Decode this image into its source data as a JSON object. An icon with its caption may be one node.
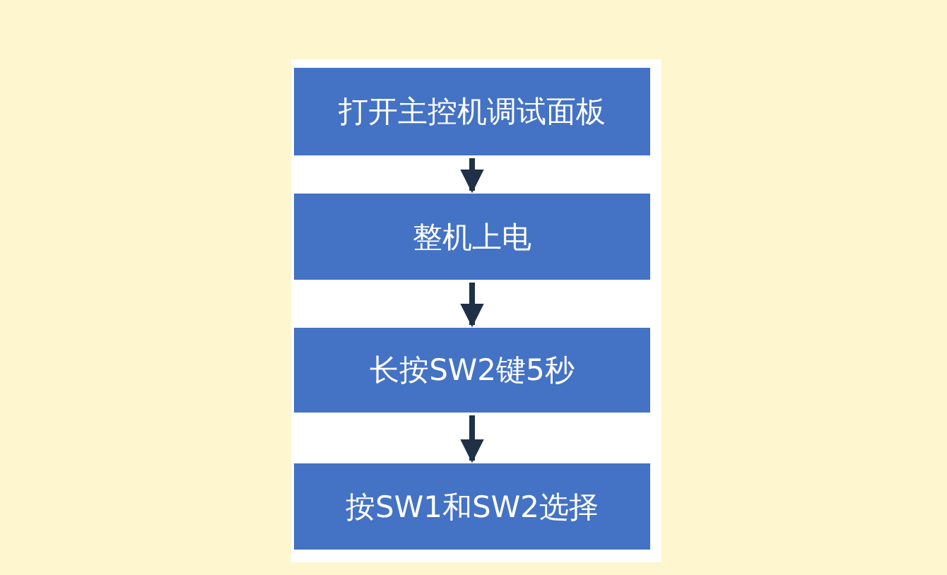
{
  "diagram": {
    "nodes": [
      {
        "text": [
          "打开主控机调试面板"
        ]
      },
      {
        "text": [
          "整机上电"
        ]
      },
      {
        "text": [
          "长按SW2键5秒"
        ]
      },
      {
        "text": [
          "按SW1和SW2选择"
        ]
      }
    ],
    "edges": [
      {
        "from": 0,
        "to": 1,
        "arrow": "to"
      },
      {
        "from": 1,
        "to": 2,
        "arrow": "to"
      },
      {
        "from": 2,
        "to": 3,
        "arrow": "to"
      }
    ]
  }
}
